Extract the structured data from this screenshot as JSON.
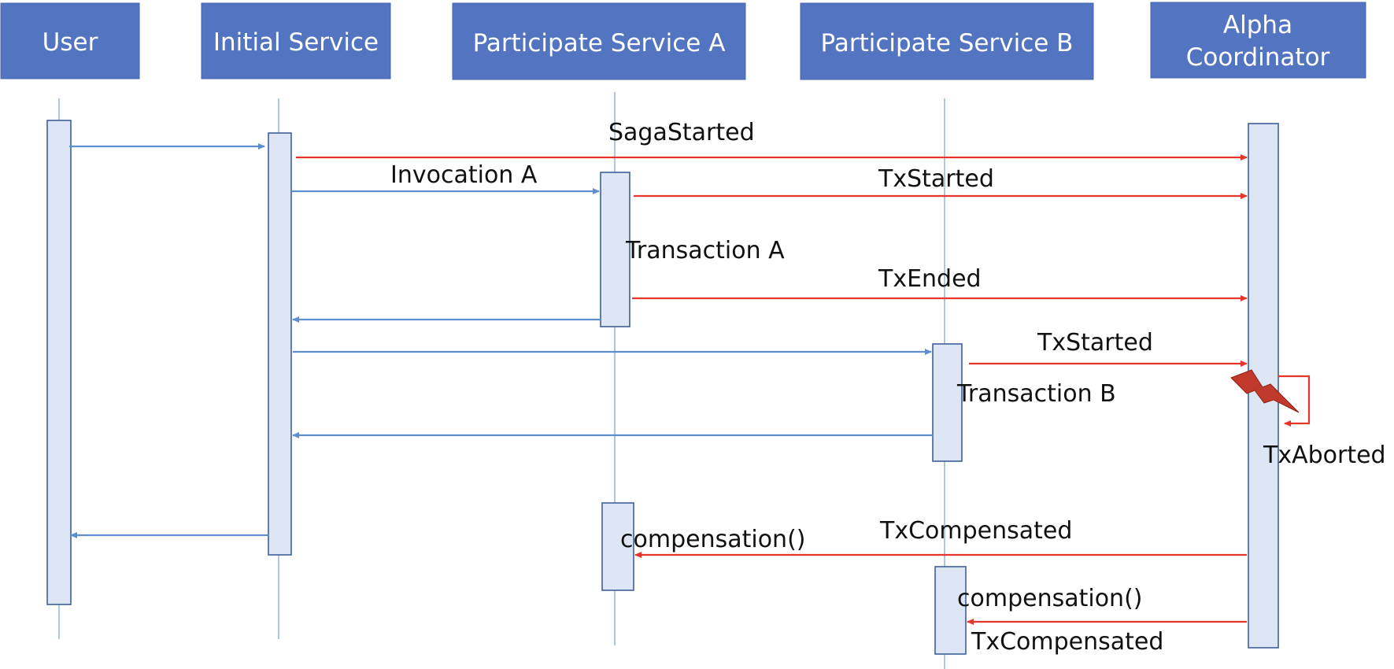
{
  "participants": [
    {
      "id": "user",
      "label": [
        "User"
      ]
    },
    {
      "id": "initial",
      "label": [
        "Initial Service"
      ]
    },
    {
      "id": "psa",
      "label": [
        "Participate Service A"
      ]
    },
    {
      "id": "psb",
      "label": [
        "Participate Service B"
      ]
    },
    {
      "id": "alpha",
      "label": [
        "Alpha",
        "Coordinator"
      ]
    }
  ],
  "messages": {
    "saga_started": "SagaStarted",
    "invocation_a": "Invocation A",
    "tx_started_a": "TxStarted",
    "transaction_a": "Transaction A",
    "tx_ended": "TxEnded",
    "tx_started_b": "TxStarted",
    "transaction_b": "Transaction B",
    "tx_aborted": "TxAborted",
    "tx_compensated_a": "TxCompensated",
    "compensation_a": "compensation()",
    "compensation_b": "compensation()",
    "tx_compensated_b": "TxCompensated"
  },
  "colors": {
    "participant_fill": "#5374c1",
    "activation_fill": "#dde6f4",
    "request_arrow": "#5d8fce",
    "event_arrow": "#e8352b",
    "failure_bolt": "#c0392b"
  }
}
